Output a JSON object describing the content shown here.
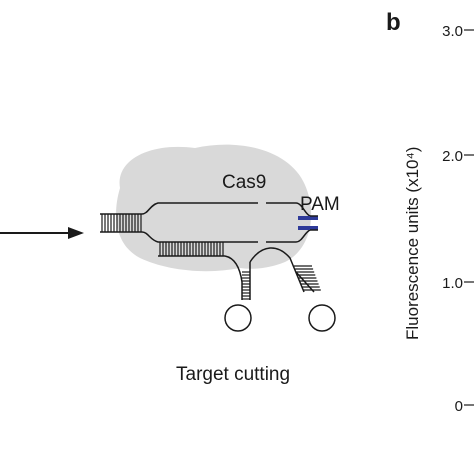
{
  "diagram": {
    "protein_label": "Cas9",
    "pam_label": "PAM",
    "caption": "Target cutting",
    "colors": {
      "protein": "#d9d9d9",
      "strand": "#1a1a1a",
      "pam": "#2e3a99",
      "background": "#ffffff"
    }
  },
  "panel_b": {
    "panel_letter": "b",
    "ylabel": "Fluorescence units (x10⁴)",
    "ticks": [
      "3.0",
      "2.0",
      "1.0",
      "0"
    ]
  }
}
